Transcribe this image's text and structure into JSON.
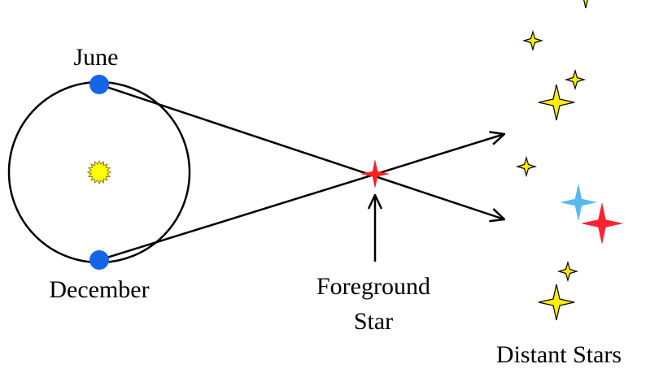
{
  "labels": {
    "june": "June",
    "december": "December",
    "foreground_line1": "Foreground",
    "foreground_line2": "Star",
    "distant": "Distant Stars"
  },
  "colors": {
    "orbit": "#000000",
    "earth": "#1565e8",
    "sun": "#ffff00",
    "foreground_star": "#ff2020",
    "distant_yellow": "#ffee00",
    "distant_blue": "#58b8f0",
    "distant_red": "#ff2030"
  }
}
